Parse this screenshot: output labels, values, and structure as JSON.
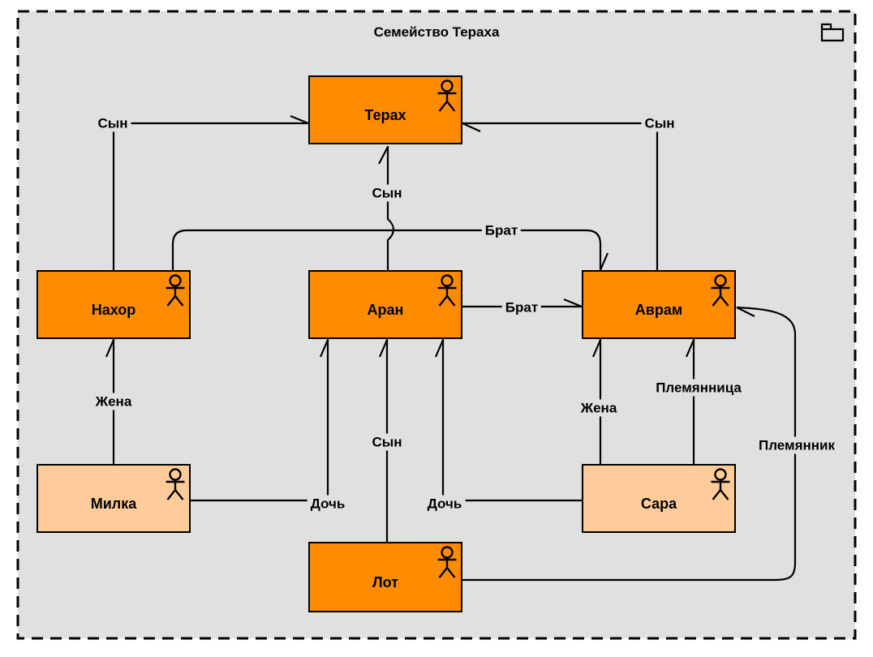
{
  "diagram": {
    "title": "Семейство Тераха",
    "frame_icon": "folder-icon",
    "node_icon": "actor-icon",
    "colors": {
      "node_male_fill": "#FF8C00",
      "node_female_fill": "#FFCC99",
      "node_border": "#000000",
      "frame_background": "#E0E0E0",
      "frame_border": "#000000",
      "line": "#000000"
    },
    "nodes": [
      {
        "label": "Терах",
        "fill": "#FF8C00"
      },
      {
        "label": "Нахор",
        "fill": "#FF8C00"
      },
      {
        "label": "Аран",
        "fill": "#FF8C00"
      },
      {
        "label": "Аврам",
        "fill": "#FF8C00"
      },
      {
        "label": "Милка",
        "fill": "#FFCC99"
      },
      {
        "label": "Сара",
        "fill": "#FFCC99"
      },
      {
        "label": "Лот",
        "fill": "#FF8C00"
      }
    ],
    "edges": [
      {
        "from": "Нахор",
        "to": "Терах",
        "label": "Сын"
      },
      {
        "from": "Аран",
        "to": "Терах",
        "label": "Сын"
      },
      {
        "from": "Аврам",
        "to": "Терах",
        "label": "Сын"
      },
      {
        "from": "Нахор",
        "to": "Аврам",
        "label": "Брат"
      },
      {
        "from": "Аран",
        "to": "Аврам",
        "label": "Брат"
      },
      {
        "from": "Милка",
        "to": "Нахор",
        "label": "Жена"
      },
      {
        "from": "Милка",
        "to": "Аран",
        "label": "Дочь"
      },
      {
        "from": "Лот",
        "to": "Аран",
        "label": "Сын"
      },
      {
        "from": "Сара",
        "to": "Аран",
        "label": "Дочь"
      },
      {
        "from": "Сара",
        "to": "Аврам",
        "label": "Жена"
      },
      {
        "from": "Сара",
        "to": "Аврам",
        "label": "Племянница"
      },
      {
        "from": "Лот",
        "to": "Аврам",
        "label": "Племянник"
      }
    ]
  }
}
